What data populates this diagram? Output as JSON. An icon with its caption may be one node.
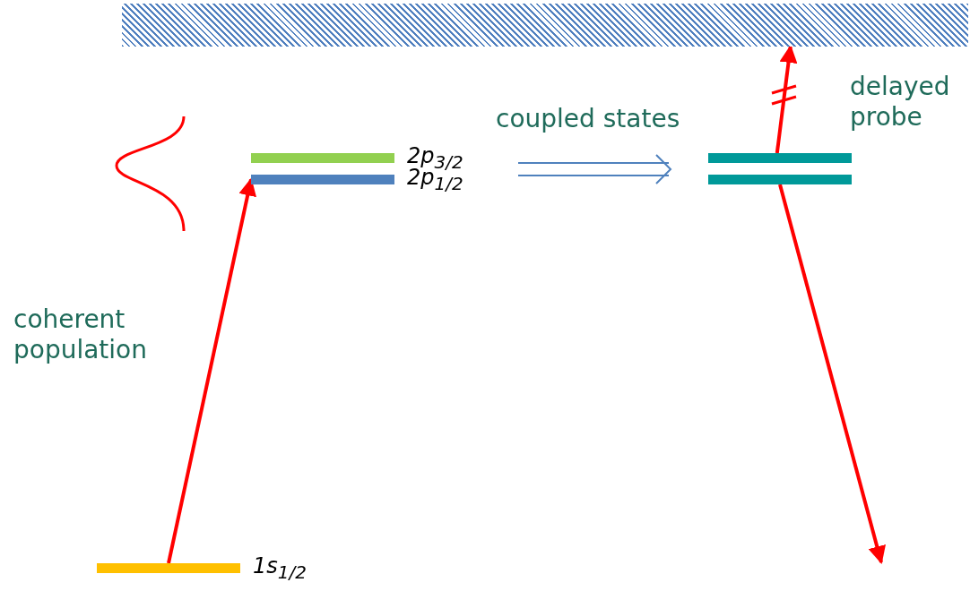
{
  "diagram": {
    "nodes": [
      {
        "text": [
          "2p$_{3/2}$"
        ]
      },
      {
        "text": [
          "2p$_{1/2}$"
        ]
      },
      {
        "text": [
          "1s$_{1/2}$"
        ]
      },
      {
        "text": [],
        "shape": "bar"
      },
      {
        "text": [],
        "shape": "bar"
      },
      {
        "text": [],
        "shape": "box"
      }
    ],
    "edges": [
      {
        "from": 2,
        "to": 1,
        "arrow": "to"
      },
      {
        "from": 0,
        "to": 3,
        "arrow": "to",
        "label": "coupled states",
        "color": "#4f81bd"
      },
      {
        "from": 3,
        "to": 5,
        "arrow": "to"
      },
      {
        "from": 4,
        "to": null,
        "arrow": "to"
      }
    ],
    "labels": [
      "coherent population",
      "delayed probe"
    ]
  }
}
